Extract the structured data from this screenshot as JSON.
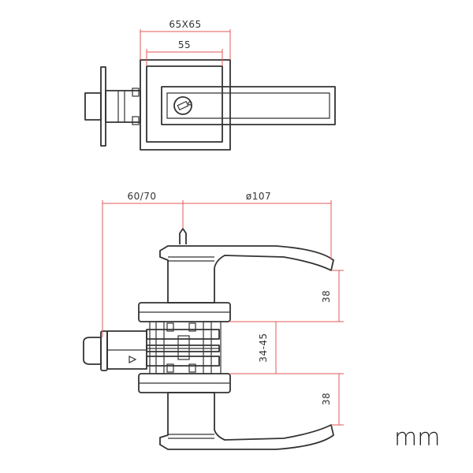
{
  "dimensions": {
    "plate": "65X65",
    "rose_inner": "55",
    "backset": "60/70",
    "lever_length": "ø107",
    "lever_height_top": "38",
    "door_thickness": "34-45",
    "lever_height_bottom": "38"
  },
  "unit": "mm",
  "colors": {
    "outline": "#333333",
    "dimension": "#e05a5a"
  }
}
